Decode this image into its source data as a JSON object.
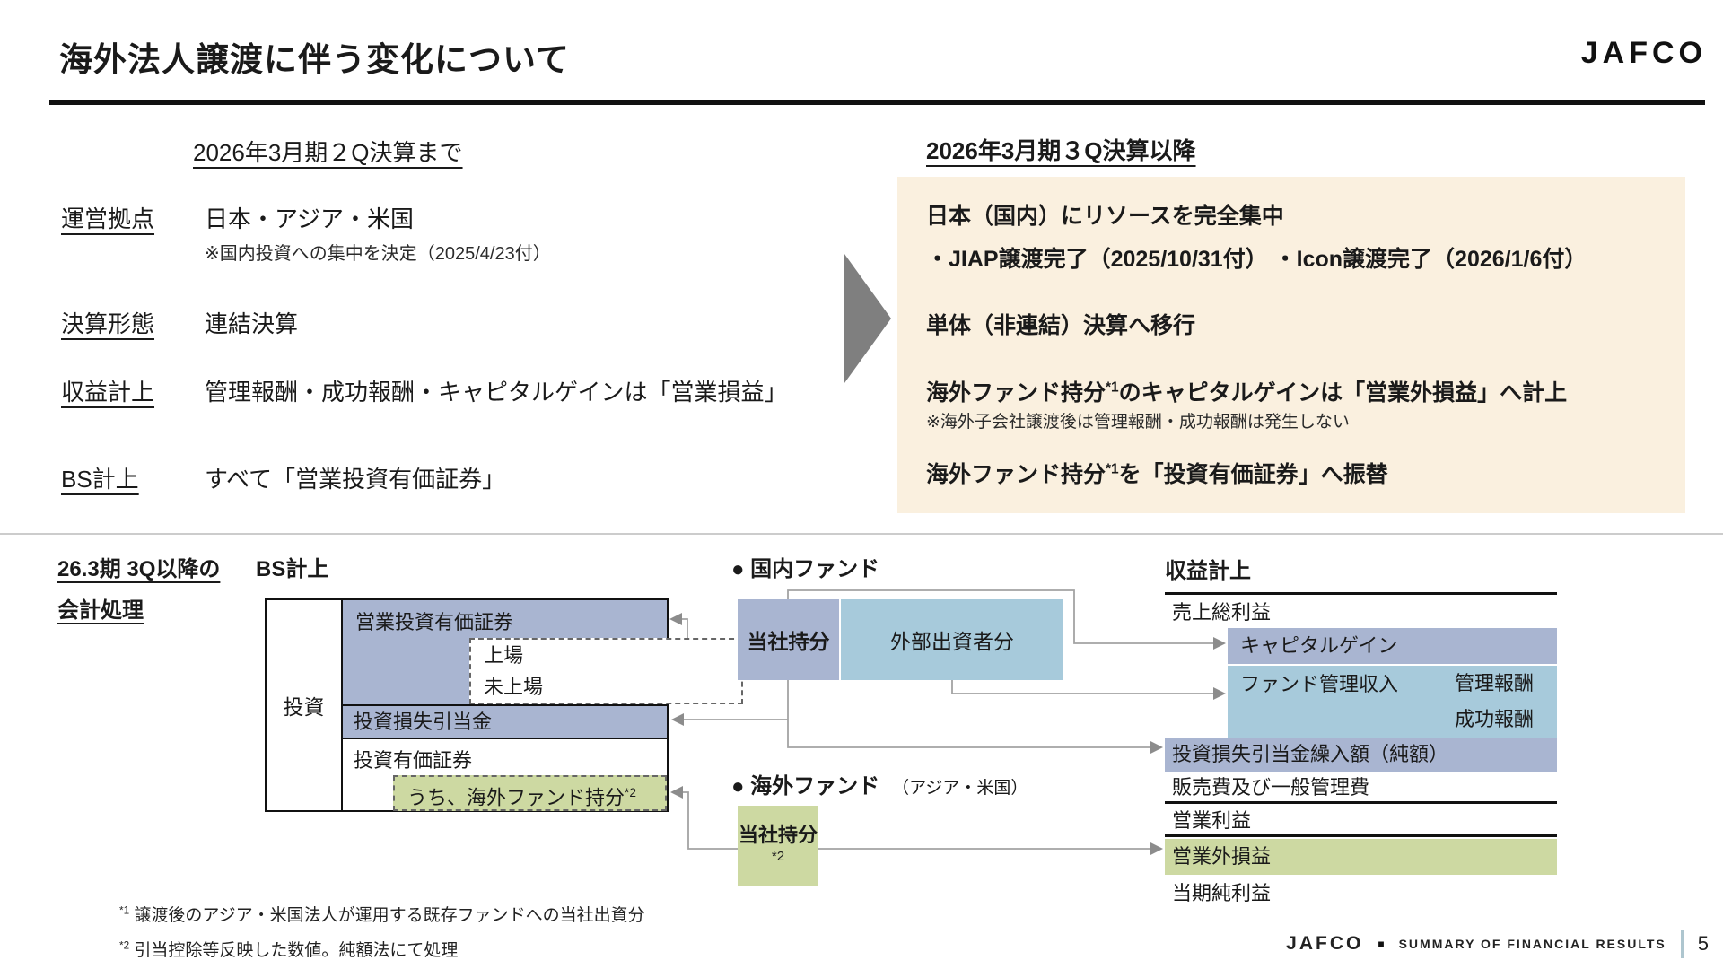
{
  "header": {
    "title": "海外法人譲渡に伴う変化について",
    "logo": "JAFCO"
  },
  "compare": {
    "before": {
      "heading": "2026年3月期２Q決算まで",
      "rows": [
        {
          "label": "運営拠点",
          "value": "日本・アジア・米国",
          "note": "※国内投資への集中を決定（2025/4/23付）"
        },
        {
          "label": "決算形態",
          "value": "連結決算"
        },
        {
          "label": "収益計上",
          "value": "管理報酬・成功報酬・キャピタルゲインは「営業損益」"
        },
        {
          "label": "BS計上",
          "value": "すべて「営業投資有価証券」"
        }
      ]
    },
    "after": {
      "heading": "2026年3月期３Q決算以降",
      "line1": "日本（国内）にリソースを完全集中",
      "line2": "・JIAP譲渡完了（2025/10/31付） ・Icon譲渡完了（2026/1/6付）",
      "line3": "単体（非連結）決算へ移行",
      "line4_pre": "海外ファンド持分",
      "line4_sup": "*1",
      "line4_post": "のキャピタルゲインは「営業外損益」へ計上",
      "line4_note": "※海外子会社譲渡後は管理報酬・成功報酬は発生しない",
      "line5_pre": "海外ファンド持分",
      "line5_sup": "*1",
      "line5_post": "を「投資有価証券」へ振替"
    }
  },
  "diagram": {
    "section_label_line1": "26.3期 3Q以降の",
    "section_label_line2": "会計処理",
    "bs": {
      "heading": "BS計上",
      "investment_label": "投資",
      "operating_securities": "営業投資有価証券",
      "listed": "上場",
      "unlisted": "未上場",
      "loss_reserve": "投資損失引当金",
      "securities": "投資有価証券",
      "overseas_share_pre": "うち、海外ファンド持分",
      "overseas_share_sup": "*2"
    },
    "domestic_fund": {
      "heading": "● 国内ファンド",
      "our_share": "当社持分",
      "external_share": "外部出資者分"
    },
    "overseas_fund": {
      "heading": "● 海外ファンド",
      "heading_note": "（アジア・米国）",
      "our_share": "当社持分",
      "our_share_sup": "*2"
    },
    "pl": {
      "heading": "収益計上",
      "gross_profit": "売上総利益",
      "capital_gain": "キャピタルゲイン",
      "fund_mgmt_income": "ファンド管理収入",
      "mgmt_fee": "管理報酬",
      "success_fee": "成功報酬",
      "loss_reserve_provision": "投資損失引当金繰入額（純額）",
      "sga": "販売費及び一般管理費",
      "operating_profit": "営業利益",
      "non_operating": "営業外損益",
      "net_income": "当期純利益"
    }
  },
  "footnotes": [
    {
      "sup": "*1",
      "text": "譲渡後のアジア・米国法人が運用する既存ファンドへの当社出資分"
    },
    {
      "sup": "*2",
      "text": "引当控除等反映した数値。純額法にて処理"
    }
  ],
  "footer": {
    "logo": "JAFCO",
    "square": "■",
    "label": "SUMMARY OF FINANCIAL RESULTS",
    "page": "5"
  },
  "colors": {
    "accent_blue": "#a9b5d1",
    "accent_light_blue": "#a7cadb",
    "accent_green": "#cdd9a2",
    "panel_beige": "#faf0df",
    "arrow_gray": "#8c8c8c"
  }
}
